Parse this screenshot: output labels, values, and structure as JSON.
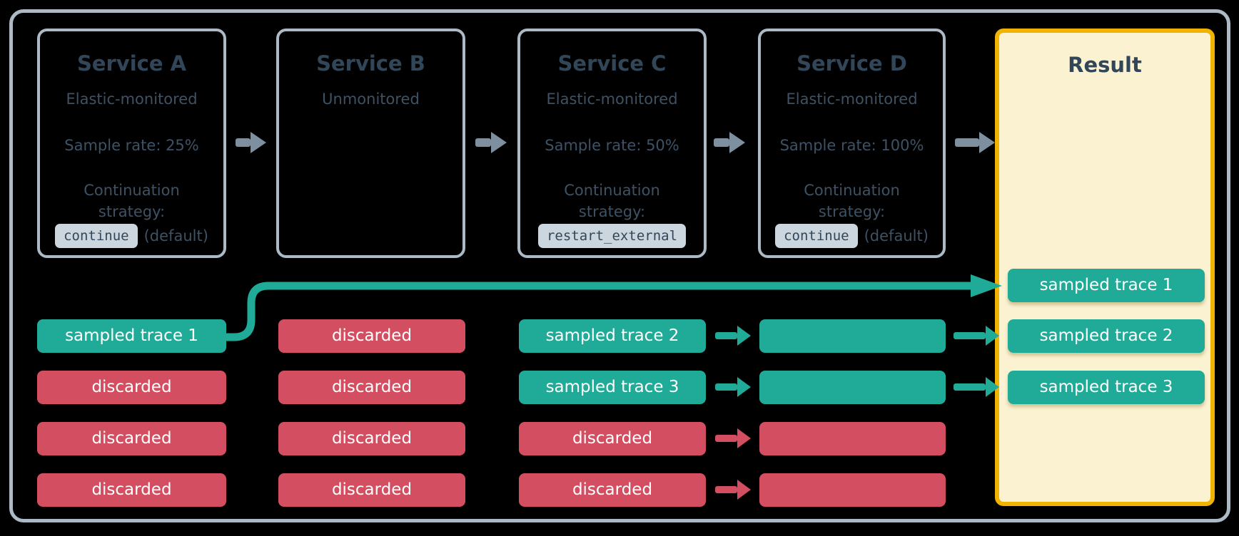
{
  "colors": {
    "background": "#000000",
    "frame_border": "#acb9c6",
    "box_border": "#acb9c6",
    "title_text": "#314759",
    "body_text": "#3e5265",
    "chip_bg": "#ccd6df",
    "chip_text": "#314759",
    "gray_arrow": "#7e90a0",
    "sampled": "#1fab97",
    "discarded": "#d44e62",
    "result_bg": "#fbf2d2",
    "result_border": "#f0b400",
    "pill_text": "#ffffff"
  },
  "services": [
    {
      "title": "Service A",
      "monitoring": "Elastic-monitored",
      "sample_rate": "Sample rate: 25%",
      "strategy_label": "Continuation strategy:",
      "strategy_code": "continue",
      "strategy_suffix": "(default)"
    },
    {
      "title": "Service B",
      "monitoring": "Unmonitored"
    },
    {
      "title": "Service C",
      "monitoring": "Elastic-monitored",
      "sample_rate": "Sample rate: 50%",
      "strategy_label": "Continuation strategy:",
      "strategy_code": "restart_external",
      "strategy_suffix": ""
    },
    {
      "title": "Service D",
      "monitoring": "Elastic-monitored",
      "sample_rate": "Sample rate: 100%",
      "strategy_label": "Continuation strategy:",
      "strategy_code": "continue",
      "strategy_suffix": "(default)"
    }
  ],
  "result": {
    "title": "Result",
    "pills": [
      {
        "label": "sampled trace 1",
        "type": "sampled"
      },
      {
        "label": "sampled trace 2",
        "type": "sampled"
      },
      {
        "label": "sampled trace 3",
        "type": "sampled"
      }
    ]
  },
  "trace_columns": [
    {
      "service": "Service A",
      "pills": [
        {
          "label": "sampled trace 1",
          "type": "sampled"
        },
        {
          "label": "discarded",
          "type": "discarded"
        },
        {
          "label": "discarded",
          "type": "discarded"
        },
        {
          "label": "discarded",
          "type": "discarded"
        }
      ]
    },
    {
      "service": "Service B",
      "pills": [
        {
          "label": "discarded",
          "type": "discarded"
        },
        {
          "label": "discarded",
          "type": "discarded"
        },
        {
          "label": "discarded",
          "type": "discarded"
        },
        {
          "label": "discarded",
          "type": "discarded"
        }
      ]
    },
    {
      "service": "Service C",
      "pills": [
        {
          "label": "sampled trace 2",
          "type": "sampled"
        },
        {
          "label": "sampled trace 3",
          "type": "sampled"
        },
        {
          "label": "discarded",
          "type": "discarded"
        },
        {
          "label": "discarded",
          "type": "discarded"
        }
      ]
    },
    {
      "service": "Service D",
      "pills": [
        {
          "label": "",
          "type": "sampled"
        },
        {
          "label": "",
          "type": "sampled"
        },
        {
          "label": "",
          "type": "discarded"
        },
        {
          "label": "",
          "type": "discarded"
        }
      ]
    }
  ],
  "trace_arrows": {
    "c_to_d": [
      "sampled",
      "sampled",
      "discarded",
      "discarded"
    ],
    "d_to_result": [
      "sampled",
      "sampled"
    ]
  }
}
